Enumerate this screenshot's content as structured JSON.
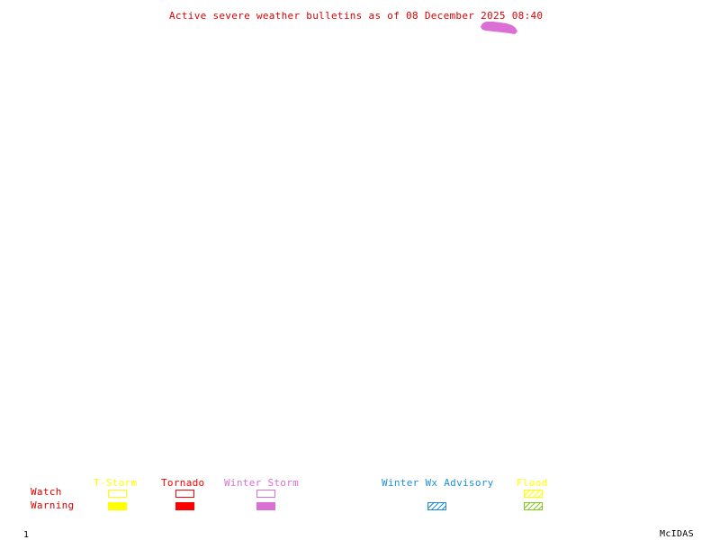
{
  "title": "Active severe weather bulletins as of 08 December 2025 08:40",
  "legend": {
    "rows": [
      {
        "label": "Watch"
      },
      {
        "label": "Warning"
      }
    ],
    "columns": [
      {
        "label": "T-Storm",
        "color": "#ffff00",
        "watch": "outline",
        "warning": "filled"
      },
      {
        "label": "Tornado",
        "color": "#ff0000",
        "watch": "outline",
        "warning": "filled"
      },
      {
        "label": "Winter Storm",
        "color": "#da70d6",
        "watch": "outline",
        "warning": "filled"
      },
      {
        "label": "Winter Wx Advisory",
        "color": "#1e90d8",
        "watch": "none",
        "warning": "hatched"
      },
      {
        "label": "Flood",
        "color": "#ffff00",
        "warning_color": "#7fcc20",
        "watch": "hatched",
        "warning": "hatched"
      }
    ]
  },
  "map_features": [
    {
      "type": "winter-storm-warning-area",
      "color": "#da70d6"
    }
  ],
  "footer": {
    "frame_number": "1",
    "brand": "McIDAS"
  }
}
